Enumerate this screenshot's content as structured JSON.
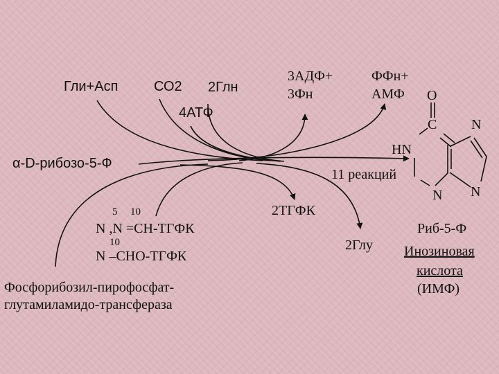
{
  "diagram": {
    "inputs": {
      "gly_asp": "Гли+Асп",
      "co2": "СО2",
      "gln2": "2Глн",
      "atp4": "4АТФ",
      "adp3_pn3_line1": "3АДФ+",
      "adp3_pn3_line2": "3Фн",
      "ppn_amp_line1": "ФФн+",
      "ppn_amp_line2": "АМФ"
    },
    "substrate": "α-D-рибозо-5-Ф",
    "reactions_note": "11 реакций",
    "cofactor": {
      "superscript_5": "5",
      "superscript_10a": "10",
      "line1": "N ,N =CH-ТГФК",
      "superscript_10b": "10",
      "line2": "N –CHO-ТГФК"
    },
    "outputs": {
      "thf2": "2ТГФК",
      "glu2": "2Глу"
    },
    "enzyme": {
      "line1": "Фосфорибозил-пирофосфат-",
      "line2": "глутамиламидо-трансфераза"
    },
    "product": {
      "ribose": "Риб-5-Ф",
      "name_line1": "Инозиновая",
      "name_line2": "кислота",
      "abbr": "(ИМФ)"
    },
    "structure_atoms": {
      "oxygen": "O",
      "carbon": "C",
      "n_top_right": "N",
      "hn": "HN",
      "n_bottom": "N",
      "n_bottom_right": "N"
    },
    "colors": {
      "background": "#dcb8be",
      "ink": "#111111"
    }
  }
}
